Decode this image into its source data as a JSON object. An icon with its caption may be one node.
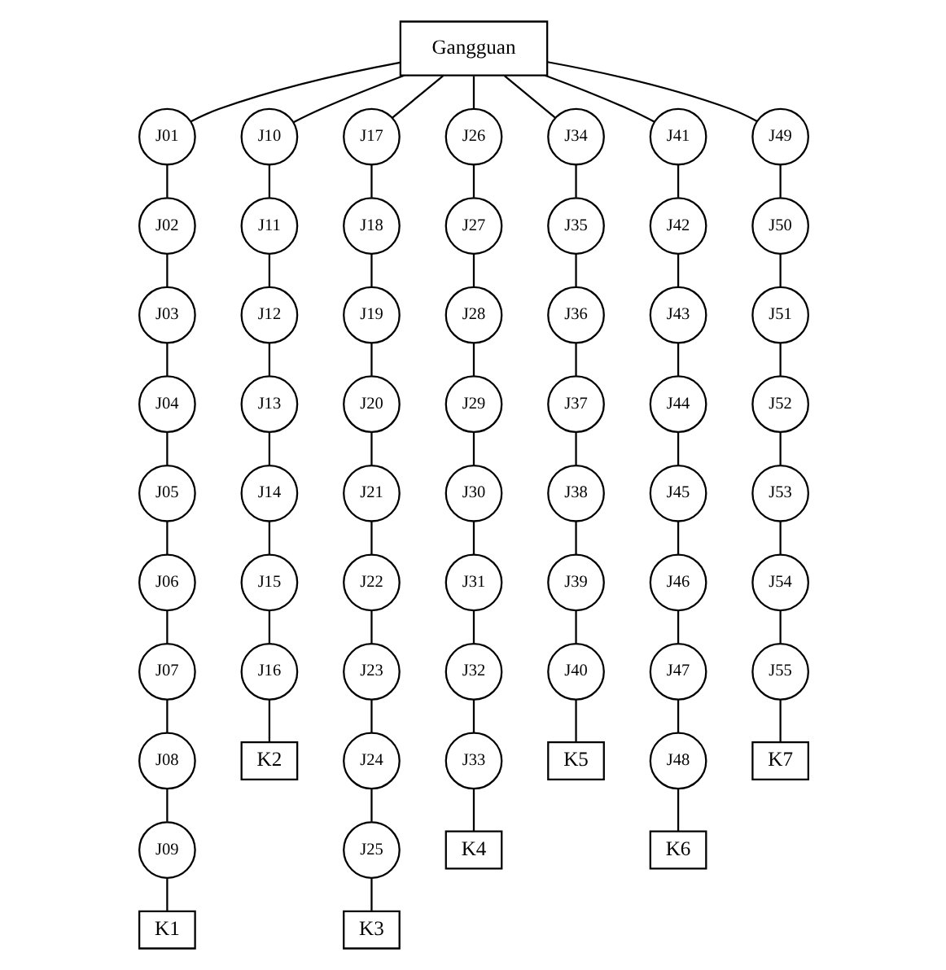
{
  "diagram": {
    "nodes": [
      {
        "text": [
          "Gangguan"
        ]
      },
      {
        "text": [
          "J01"
        ]
      },
      {
        "text": [
          "J02"
        ]
      },
      {
        "text": [
          "J03"
        ]
      },
      {
        "text": [
          "J04"
        ]
      },
      {
        "text": [
          "J05"
        ]
      },
      {
        "text": [
          "J06"
        ]
      },
      {
        "text": [
          "J07"
        ]
      },
      {
        "text": [
          "J08"
        ]
      },
      {
        "text": [
          "J09"
        ]
      },
      {
        "text": [
          "K1"
        ]
      },
      {
        "text": [
          "J10"
        ]
      },
      {
        "text": [
          "J11"
        ]
      },
      {
        "text": [
          "J12"
        ]
      },
      {
        "text": [
          "J13"
        ]
      },
      {
        "text": [
          "J14"
        ]
      },
      {
        "text": [
          "J15"
        ]
      },
      {
        "text": [
          "J16"
        ]
      },
      {
        "text": [
          "K2"
        ]
      },
      {
        "text": [
          "J17"
        ]
      },
      {
        "text": [
          "J18"
        ]
      },
      {
        "text": [
          "J19"
        ]
      },
      {
        "text": [
          "J20"
        ]
      },
      {
        "text": [
          "J21"
        ]
      },
      {
        "text": [
          "J22"
        ]
      },
      {
        "text": [
          "J23"
        ]
      },
      {
        "text": [
          "J24"
        ]
      },
      {
        "text": [
          "J25"
        ]
      },
      {
        "text": [
          "K3"
        ]
      },
      {
        "text": [
          "J26"
        ]
      },
      {
        "text": [
          "J27"
        ]
      },
      {
        "text": [
          "J28"
        ]
      },
      {
        "text": [
          "J29"
        ]
      },
      {
        "text": [
          "J30"
        ]
      },
      {
        "text": [
          "J31"
        ]
      },
      {
        "text": [
          "J32"
        ]
      },
      {
        "text": [
          "J33"
        ]
      },
      {
        "text": [
          "K4"
        ]
      },
      {
        "text": [
          "J34"
        ]
      },
      {
        "text": [
          "J35"
        ]
      },
      {
        "text": [
          "J36"
        ]
      },
      {
        "text": [
          "J37"
        ]
      },
      {
        "text": [
          "J38"
        ]
      },
      {
        "text": [
          "J39"
        ]
      },
      {
        "text": [
          "J40"
        ]
      },
      {
        "text": [
          "K5"
        ]
      },
      {
        "text": [
          "J41"
        ]
      },
      {
        "text": [
          "J42"
        ]
      },
      {
        "text": [
          "J43"
        ]
      },
      {
        "text": [
          "J44"
        ]
      },
      {
        "text": [
          "J45"
        ]
      },
      {
        "text": [
          "J46"
        ]
      },
      {
        "text": [
          "J47"
        ]
      },
      {
        "text": [
          "J48"
        ]
      },
      {
        "text": [
          "K6"
        ]
      },
      {
        "text": [
          "J49"
        ]
      },
      {
        "text": [
          "J50"
        ]
      },
      {
        "text": [
          "J51"
        ]
      },
      {
        "text": [
          "J52"
        ]
      },
      {
        "text": [
          "J53"
        ]
      },
      {
        "text": [
          "J54"
        ]
      },
      {
        "text": [
          "J55"
        ]
      },
      {
        "text": [
          "K7"
        ]
      }
    ],
    "edges": [
      {
        "from": 0,
        "to": 1,
        "arrow": "none"
      },
      {
        "from": 0,
        "to": 11,
        "arrow": "none"
      },
      {
        "from": 0,
        "to": 19,
        "arrow": "none"
      },
      {
        "from": 0,
        "to": 29,
        "arrow": "none"
      },
      {
        "from": 0,
        "to": 38,
        "arrow": "none"
      },
      {
        "from": 0,
        "to": 46,
        "arrow": "none"
      },
      {
        "from": 0,
        "to": 55,
        "arrow": "none"
      },
      {
        "from": 1,
        "to": 2,
        "arrow": "none"
      },
      {
        "from": 2,
        "to": 3,
        "arrow": "none"
      },
      {
        "from": 3,
        "to": 4,
        "arrow": "none"
      },
      {
        "from": 4,
        "to": 5,
        "arrow": "none"
      },
      {
        "from": 5,
        "to": 6,
        "arrow": "none"
      },
      {
        "from": 6,
        "to": 7,
        "arrow": "none"
      },
      {
        "from": 7,
        "to": 8,
        "arrow": "none"
      },
      {
        "from": 8,
        "to": 9,
        "arrow": "none"
      },
      {
        "from": 9,
        "to": 10,
        "arrow": "none"
      },
      {
        "from": 11,
        "to": 12,
        "arrow": "none"
      },
      {
        "from": 12,
        "to": 13,
        "arrow": "none"
      },
      {
        "from": 13,
        "to": 14,
        "arrow": "none"
      },
      {
        "from": 14,
        "to": 15,
        "arrow": "none"
      },
      {
        "from": 15,
        "to": 16,
        "arrow": "none"
      },
      {
        "from": 16,
        "to": 17,
        "arrow": "none"
      },
      {
        "from": 17,
        "to": 18,
        "arrow": "none"
      },
      {
        "from": 19,
        "to": 20,
        "arrow": "none"
      },
      {
        "from": 20,
        "to": 21,
        "arrow": "none"
      },
      {
        "from": 21,
        "to": 22,
        "arrow": "none"
      },
      {
        "from": 22,
        "to": 23,
        "arrow": "none"
      },
      {
        "from": 23,
        "to": 24,
        "arrow": "none"
      },
      {
        "from": 24,
        "to": 25,
        "arrow": "none"
      },
      {
        "from": 25,
        "to": 26,
        "arrow": "none"
      },
      {
        "from": 26,
        "to": 27,
        "arrow": "none"
      },
      {
        "from": 27,
        "to": 28,
        "arrow": "none"
      },
      {
        "from": 29,
        "to": 30,
        "arrow": "none"
      },
      {
        "from": 30,
        "to": 31,
        "arrow": "none"
      },
      {
        "from": 31,
        "to": 32,
        "arrow": "none"
      },
      {
        "from": 32,
        "to": 33,
        "arrow": "none"
      },
      {
        "from": 33,
        "to": 34,
        "arrow": "none"
      },
      {
        "from": 34,
        "to": 35,
        "arrow": "none"
      },
      {
        "from": 35,
        "to": 36,
        "arrow": "none"
      },
      {
        "from": 36,
        "to": 37,
        "arrow": "none"
      },
      {
        "from": 38,
        "to": 39,
        "arrow": "none"
      },
      {
        "from": 39,
        "to": 40,
        "arrow": "none"
      },
      {
        "from": 40,
        "to": 41,
        "arrow": "none"
      },
      {
        "from": 41,
        "to": 42,
        "arrow": "none"
      },
      {
        "from": 42,
        "to": 43,
        "arrow": "none"
      },
      {
        "from": 43,
        "to": 44,
        "arrow": "none"
      },
      {
        "from": 44,
        "to": 45,
        "arrow": "none"
      },
      {
        "from": 46,
        "to": 47,
        "arrow": "none"
      },
      {
        "from": 47,
        "to": 48,
        "arrow": "none"
      },
      {
        "from": 48,
        "to": 49,
        "arrow": "none"
      },
      {
        "from": 49,
        "to": 50,
        "arrow": "none"
      },
      {
        "from": 50,
        "to": 51,
        "arrow": "none"
      },
      {
        "from": 51,
        "to": 52,
        "arrow": "none"
      },
      {
        "from": 52,
        "to": 53,
        "arrow": "none"
      },
      {
        "from": 53,
        "to": 54,
        "arrow": "none"
      },
      {
        "from": 55,
        "to": 56,
        "arrow": "none"
      },
      {
        "from": 56,
        "to": 57,
        "arrow": "none"
      },
      {
        "from": 57,
        "to": 58,
        "arrow": "none"
      },
      {
        "from": 58,
        "to": 59,
        "arrow": "none"
      },
      {
        "from": 59,
        "to": 60,
        "arrow": "none"
      },
      {
        "from": 60,
        "to": 61,
        "arrow": "none"
      },
      {
        "from": 61,
        "to": 62,
        "arrow": "none"
      }
    ]
  }
}
